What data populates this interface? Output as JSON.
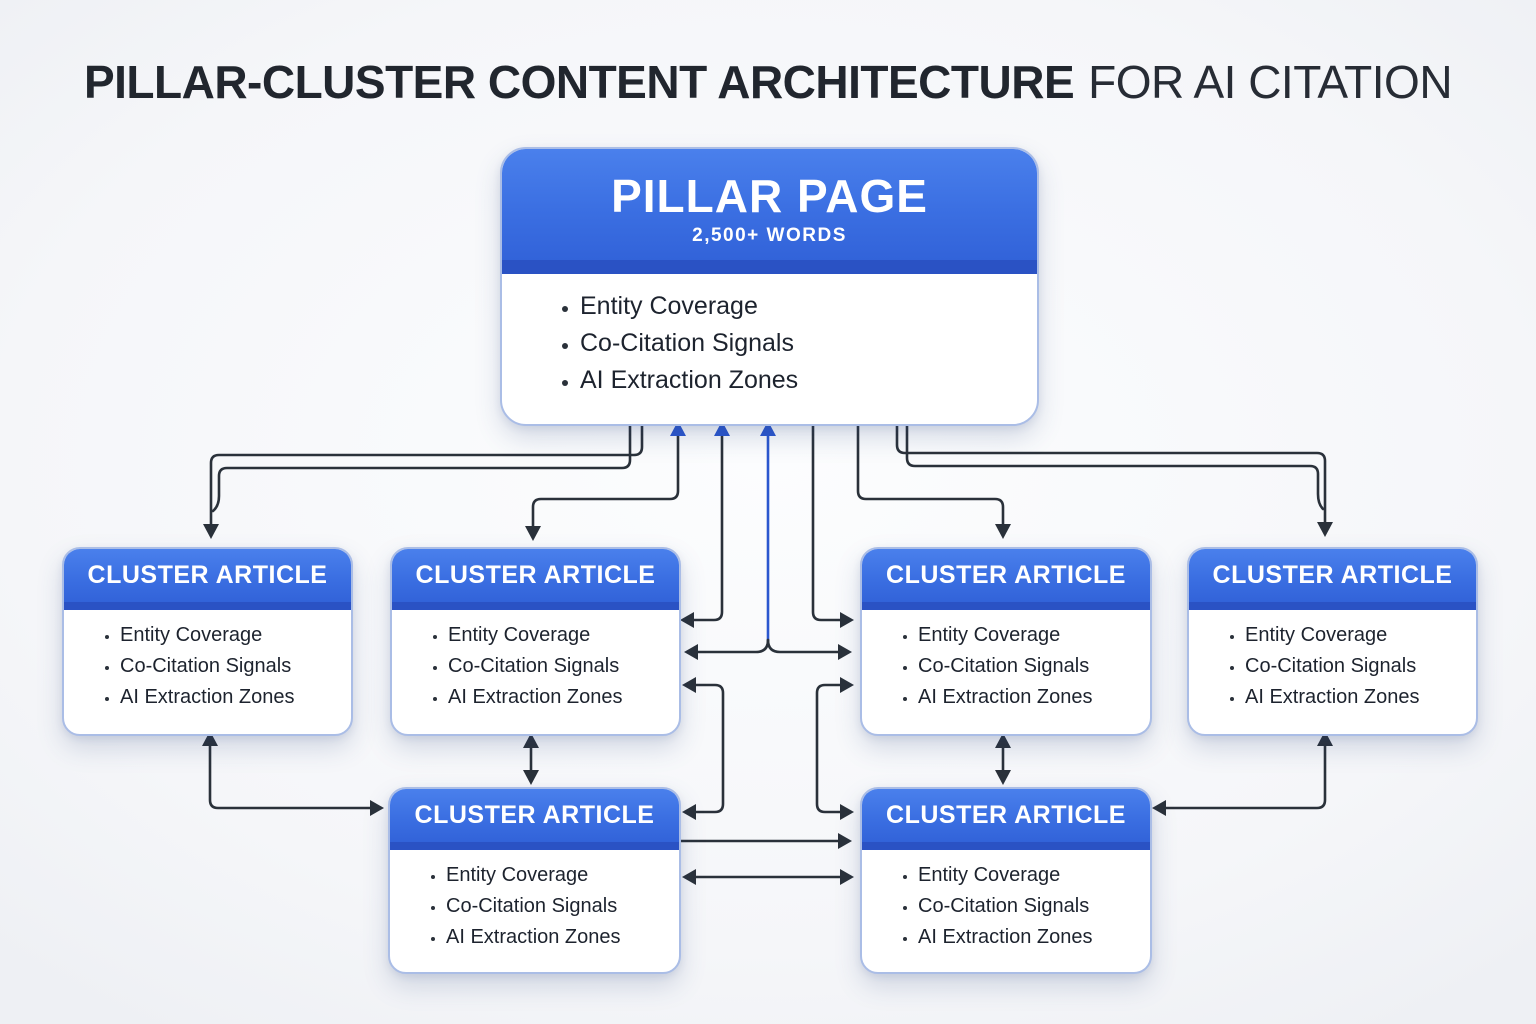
{
  "title": {
    "main": "PILLAR-CLUSTER CONTENT ARCHITECTURE",
    "suffix": "FOR AI CITATION"
  },
  "pillar": {
    "title": "PILLAR PAGE",
    "subtitle": "2,500+ WORDS",
    "bullets": [
      "Entity Coverage",
      "Co-Citation Signals",
      "AI Extraction Zones"
    ]
  },
  "clusters": [
    {
      "title": "CLUSTER ARTICLE",
      "bullets": [
        "Entity Coverage",
        "Co-Citation Signals",
        "AI Extraction Zones"
      ]
    },
    {
      "title": "CLUSTER ARTICLE",
      "bullets": [
        "Entity Coverage",
        "Co-Citation Signals",
        "AI Extraction Zones"
      ]
    },
    {
      "title": "CLUSTER ARTICLE",
      "bullets": [
        "Entity Coverage",
        "Co-Citation Signals",
        "AI Extraction Zones"
      ]
    },
    {
      "title": "CLUSTER ARTICLE",
      "bullets": [
        "Entity Coverage",
        "Co-Citation Signals",
        "AI Extraction Zones"
      ]
    },
    {
      "title": "CLUSTER ARTICLE",
      "bullets": [
        "Entity Coverage",
        "Co-Citation Signals",
        "AI Extraction Zones"
      ]
    },
    {
      "title": "CLUSTER ARTICLE",
      "bullets": [
        "Entity Coverage",
        "Co-Citation Signals",
        "AI Extraction Zones"
      ]
    }
  ],
  "colors": {
    "header_blue": "#3b6fe2",
    "header_blue_light": "#4a80ec",
    "stripe_blue": "#2a52c4",
    "arrow_dark": "#2a313a",
    "arrow_blue": "#2b57cf",
    "background": "#f5f6f9",
    "title_text": "#21262e",
    "body_text": "#1d232e",
    "box_border": "#aabde6"
  }
}
